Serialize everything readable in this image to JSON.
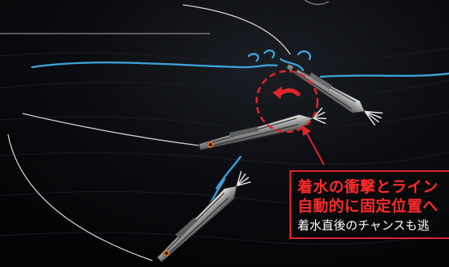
{
  "callout": {
    "line1": "着水の衝撃とライン",
    "line2": "自動的に固定位置へ",
    "line3": "着水直後のチャンスも逃"
  },
  "colors": {
    "water_line": "#3d9fd6",
    "accent_red": "#e0252a",
    "callout_text_red": "#ff2a2a",
    "background": "#050608"
  },
  "icons": {
    "rotation": "curved-arrow-icon",
    "pointer": "pointer-triangle-icon"
  }
}
